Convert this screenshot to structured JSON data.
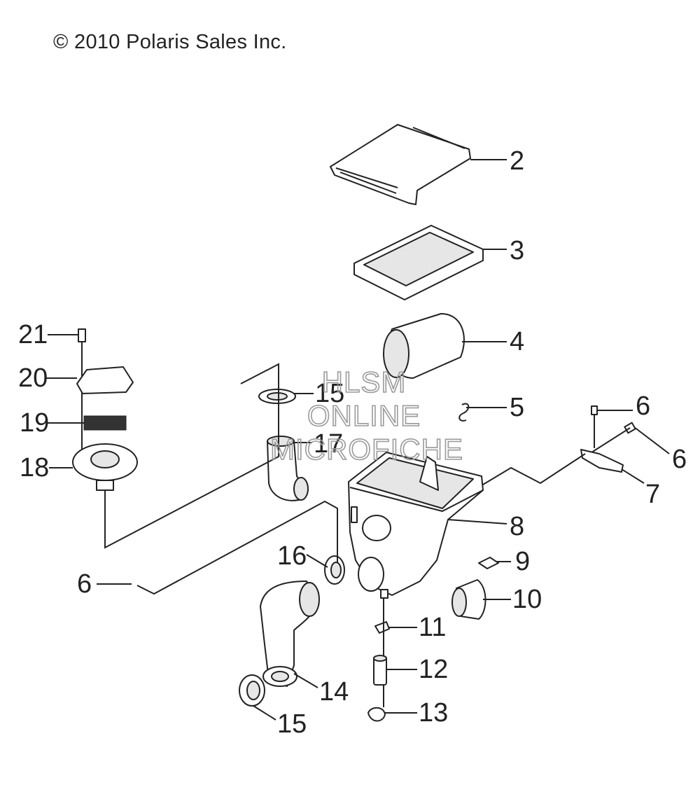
{
  "copyright": "© 2010 Polaris Sales Inc.",
  "watermark": [
    "HLSM",
    "ONLINE",
    "MICROFICHE"
  ],
  "callouts": [
    {
      "id": "c2",
      "label": "2",
      "part": "air-filter-cover"
    },
    {
      "id": "c3",
      "label": "3",
      "part": "air-filter-element"
    },
    {
      "id": "c4",
      "label": "4",
      "part": "pre-filter"
    },
    {
      "id": "c5",
      "label": "5",
      "part": "clip"
    },
    {
      "id": "c6a",
      "label": "6",
      "part": "screw"
    },
    {
      "id": "c6b",
      "label": "6",
      "part": "screw"
    },
    {
      "id": "c6c",
      "label": "6",
      "part": "screw"
    },
    {
      "id": "c7",
      "label": "7",
      "part": "bracket"
    },
    {
      "id": "c8",
      "label": "8",
      "part": "airbox"
    },
    {
      "id": "c9",
      "label": "9",
      "part": "foam-pad"
    },
    {
      "id": "c10",
      "label": "10",
      "part": "seal-ring"
    },
    {
      "id": "c11",
      "label": "11",
      "part": "washer"
    },
    {
      "id": "c12",
      "label": "12",
      "part": "drain-tube"
    },
    {
      "id": "c13",
      "label": "13",
      "part": "drain-plug"
    },
    {
      "id": "c14",
      "label": "14",
      "part": "intake-duct"
    },
    {
      "id": "c15a",
      "label": "15",
      "part": "hose-clamp"
    },
    {
      "id": "c15b",
      "label": "15",
      "part": "hose-clamp"
    },
    {
      "id": "c16",
      "label": "16",
      "part": "hose-clamp"
    },
    {
      "id": "c17",
      "label": "17",
      "part": "outlet-boot"
    },
    {
      "id": "c18",
      "label": "18",
      "part": "breather-base"
    },
    {
      "id": "c19",
      "label": "19",
      "part": "breather-screen"
    },
    {
      "id": "c20",
      "label": "20",
      "part": "breather-cap"
    },
    {
      "id": "c21",
      "label": "21",
      "part": "screw"
    }
  ]
}
